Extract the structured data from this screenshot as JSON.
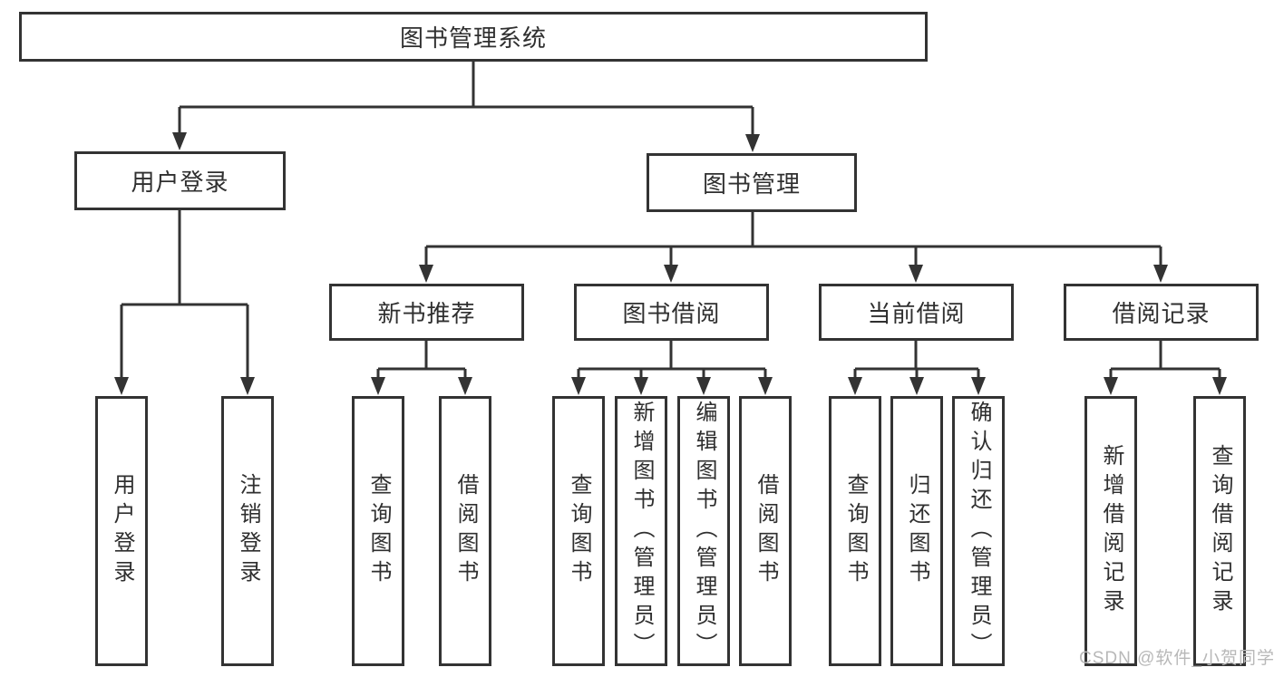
{
  "diagram": {
    "title": "图书管理系统",
    "level2": {
      "user_login": "用户登录",
      "book_management": "图书管理"
    },
    "level3": {
      "new_book_recommend": "新书推荐",
      "book_borrow": "图书借阅",
      "current_borrow": "当前借阅",
      "borrow_records": "借阅记录"
    },
    "leaves": [
      "用户登录",
      "注销登录",
      "查询图书",
      "借阅图书",
      "查询图书",
      "新增图书（管理员）",
      "编辑图书（管理员）",
      "借阅图书",
      "查询图书",
      "归还图书",
      "确认归还（管理员）",
      "新增借阅记录",
      "查询借阅记录"
    ],
    "watermark": "CSDN @软件_小贺同学",
    "colors": {
      "line": "#333333",
      "text": "#2f2f2f",
      "box_background": "#ffffff",
      "watermark": "#b8b8b8"
    }
  }
}
